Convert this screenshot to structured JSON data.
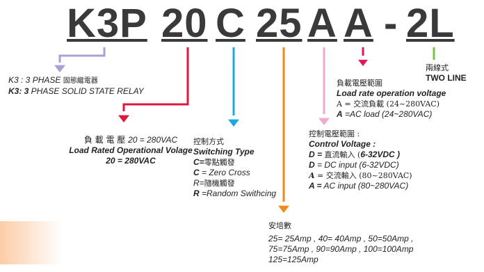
{
  "model": {
    "k3p": "K3P",
    "n20": "20",
    "c": "C",
    "n25": "25",
    "a1": "A",
    "a2": "A",
    "dash": "-",
    "l2": "2L"
  },
  "colors": {
    "purple": "#a9a0d8",
    "red": "#e0183c",
    "blue": "#1ba8e0",
    "orange": "#f08a1c",
    "pink": "#f3a9cc",
    "magenta": "#e0185a",
    "green": "#7cc242"
  },
  "phase": {
    "line1_prefix": "K3 : 3 PHASE ",
    "line1_cn": "固態繼電器",
    "line2_key": "K3: 3",
    "line2_rest": " PHASE SOLID STATE RELAY"
  },
  "voltage": {
    "cn_label": "負 載 電 壓 ",
    "cn_value": "20 = 280VAC",
    "en_label": "Load Rated Operational Volage",
    "en_value": "20 = 280VAC"
  },
  "switching": {
    "cn_title": "控制方式",
    "en_title": "Switching Type",
    "opt1_key": "C=",
    "opt1_val": "零點觸發",
    "opt2_key": "C",
    "opt2_val": " = Zero Cross",
    "opt3_key": "R=",
    "opt3_val": "隨機觸發",
    "opt4_key": "R",
    "opt4_val": " =Random Swithcing"
  },
  "current": {
    "cn_title": "安培數",
    "line1": "25= 25Amp , 40= 40Amp , 50=50Amp ,",
    "line2": "75=75Amp , 90=90Amp , 100=100Amp",
    "line3": "125=125Amp"
  },
  "control": {
    "cn_title": "控制電壓範圍 :",
    "en_title": "Control Voltage :",
    "d1_key": "D =",
    "d1_cn": " 直流輸入 (",
    "d1_val": "6-32VDC )",
    "d2_key": "D",
    "d2_val": " = DC input (6-32VDC)",
    "a1_key": "A",
    "a1_val": " = 交流輸入 (80~280VAC)",
    "a2_key": "A =",
    "a2_val": " AC input (80~280VAC)"
  },
  "load": {
    "cn_title": "負載電壓範圍",
    "en_title": "Load rate operation voltage",
    "l1": "A = 交流負載 (24~280VAC)",
    "l2_key": "A",
    "l2_val": " =AC load (24~280VAC)"
  },
  "line": {
    "cn_title": "兩線式",
    "en_title": "TWO  LINE"
  }
}
